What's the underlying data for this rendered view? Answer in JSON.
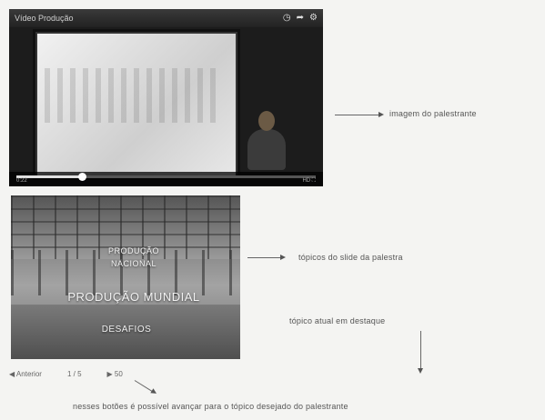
{
  "player": {
    "title": "Vídeo Produção",
    "icons": [
      "clock-icon",
      "share-icon",
      "settings-icon"
    ],
    "progress_fraction": 0.22,
    "left_time": "0:22",
    "right_controls": "HD ⛶"
  },
  "annotations": {
    "speaker_image": "imagem do palestrante",
    "slide_topics": "tópicos do slide da palestra",
    "current_topic": "tópico atual em destaque",
    "bottom_note": "nesses botões é possível avançar para o tópico desejado do palestrante"
  },
  "slide": {
    "nacional_line1": "PRODUÇÃO",
    "nacional_line2": "NACIONAL",
    "mundial": "PRODUÇÃO MUNDIAL",
    "desafios": "DESAFIOS"
  },
  "slide_controls": {
    "nav_label": "◀ Anterior",
    "page_label": "1 / 5",
    "count_label": "▶ 50"
  },
  "colors": {
    "background": "#f4f4f2",
    "player_bg": "#1c1c1c",
    "text": "#444444"
  }
}
